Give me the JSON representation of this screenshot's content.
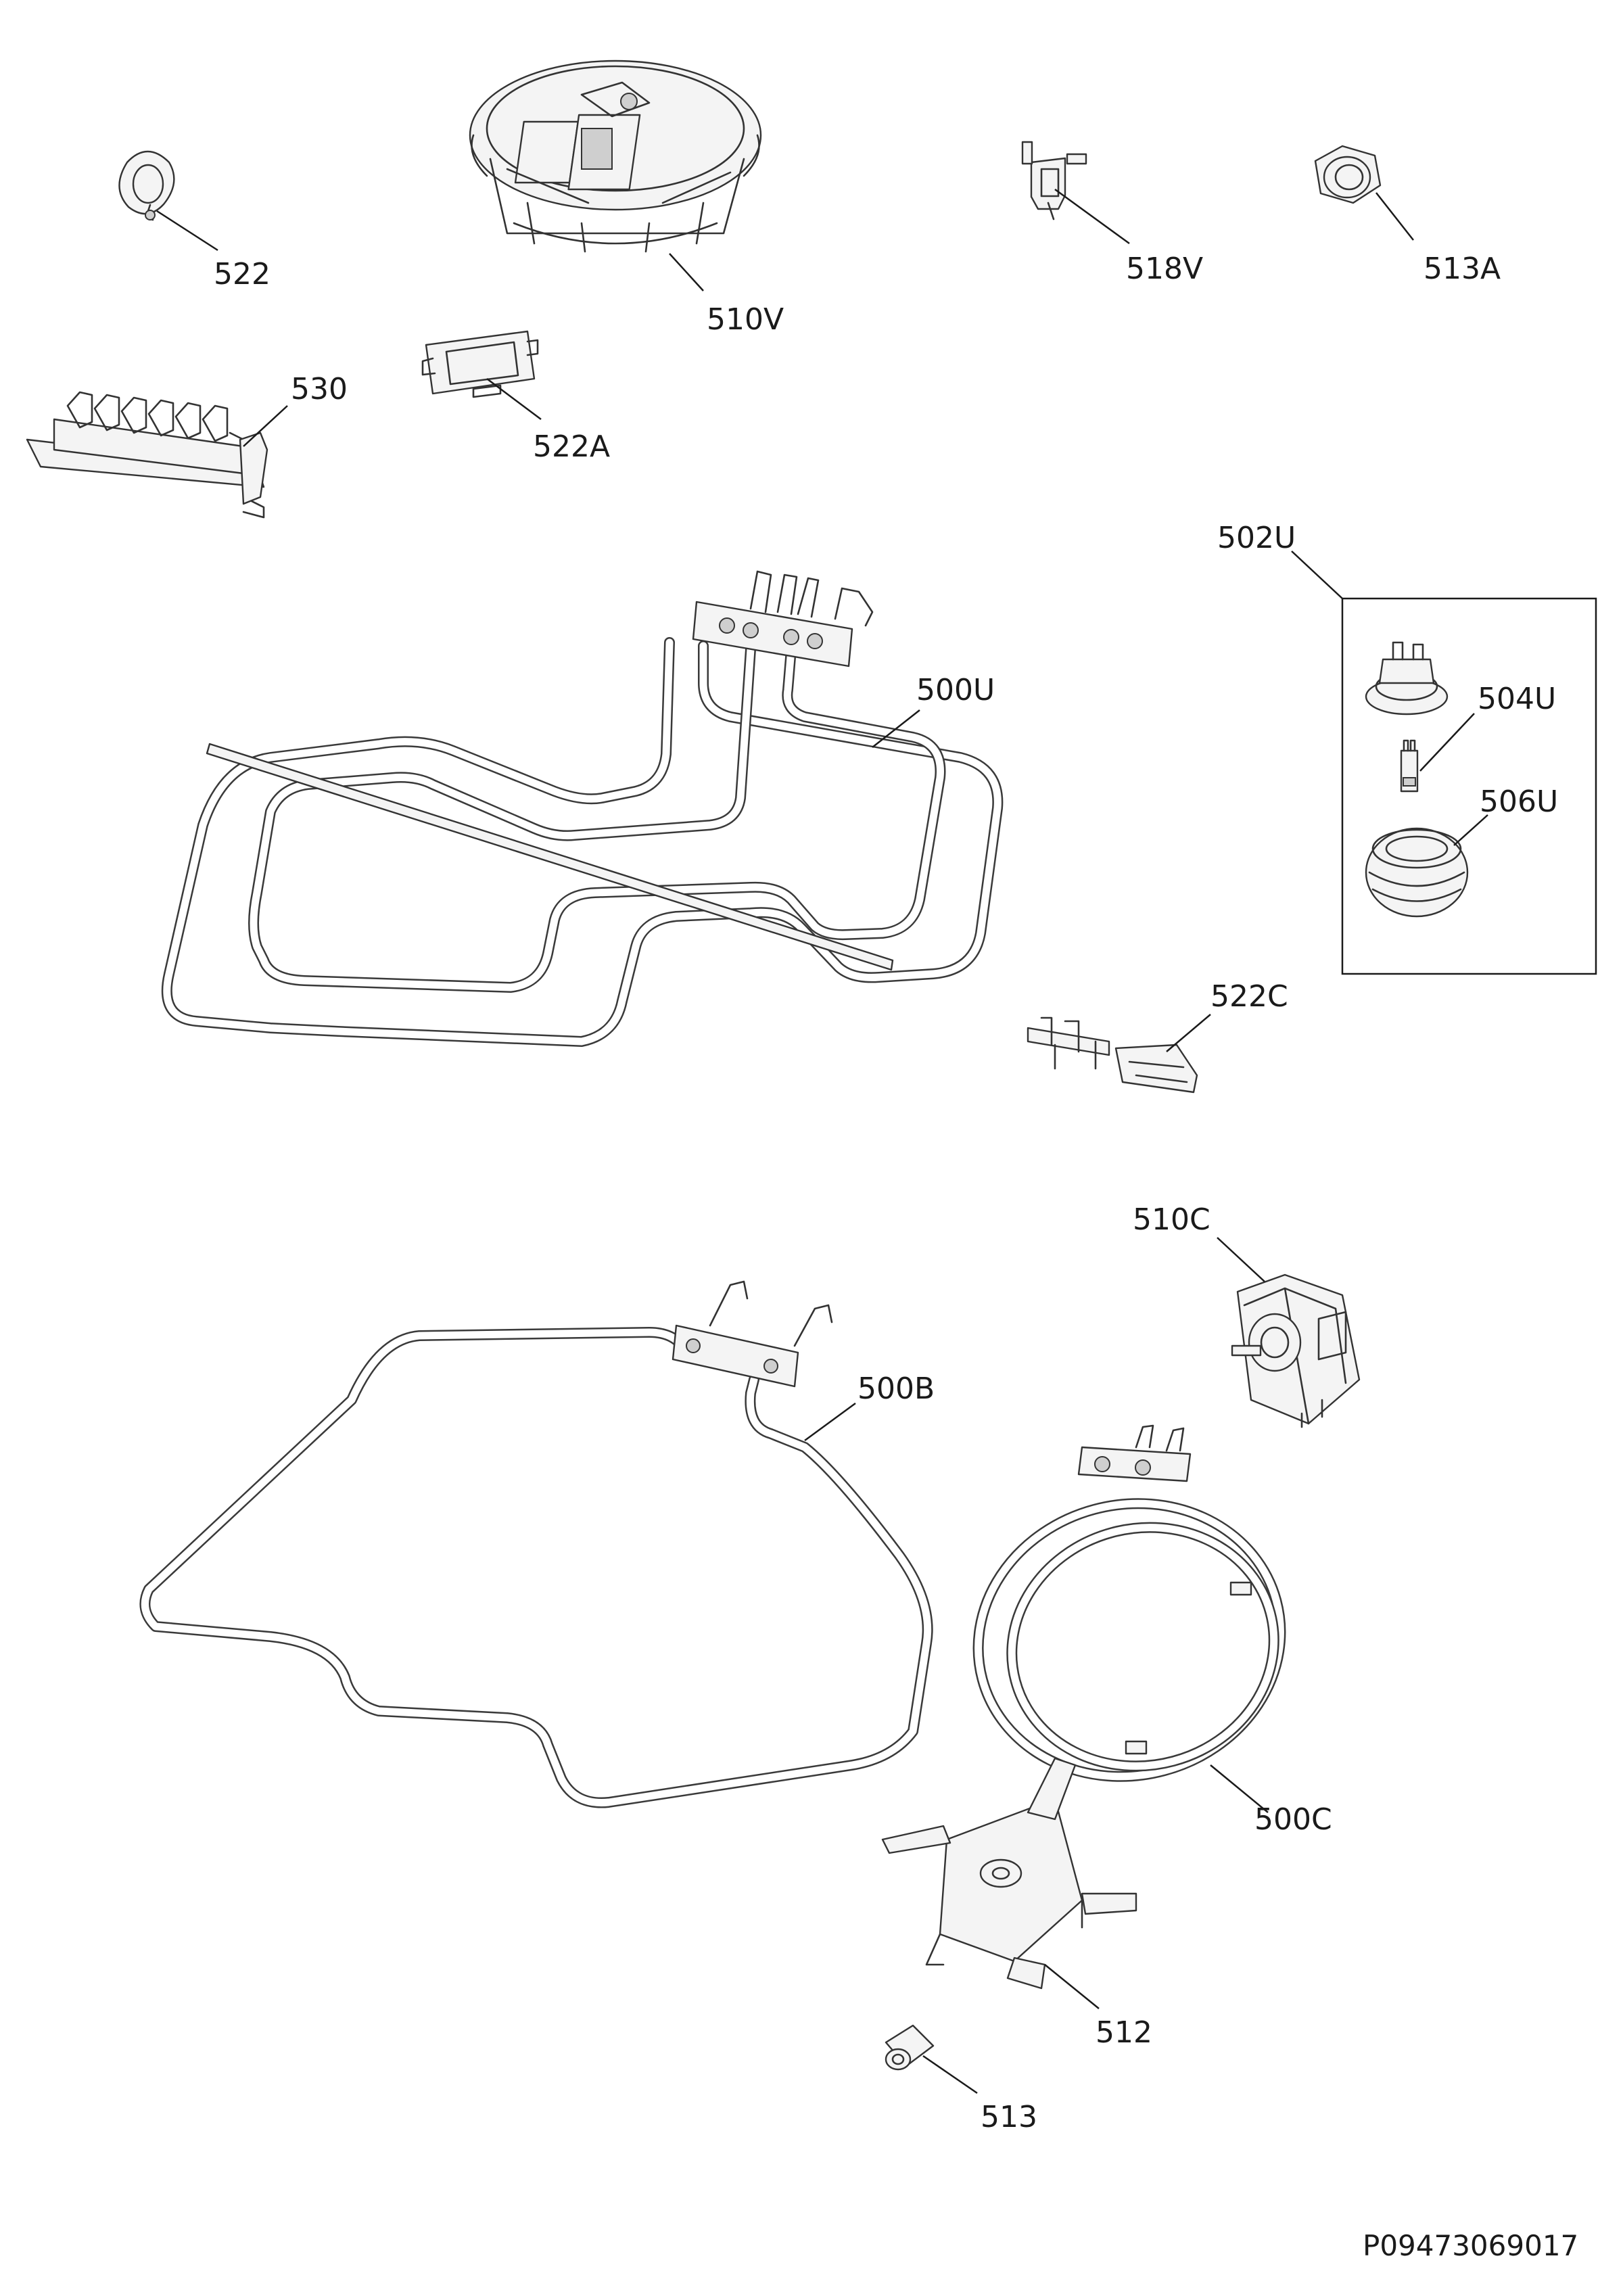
{
  "labels": {
    "p522": "522",
    "p510V": "510V",
    "p518V": "518V",
    "p513A": "513A",
    "p530": "530",
    "p522A": "522A",
    "p502U": "502U",
    "p500U": "500U",
    "p504U": "504U",
    "p506U": "506U",
    "p522C": "522C",
    "p510C": "510C",
    "p500B": "500B",
    "p500C": "500C",
    "p512": "512",
    "p513": "513"
  },
  "doc_number": "P09473069017"
}
